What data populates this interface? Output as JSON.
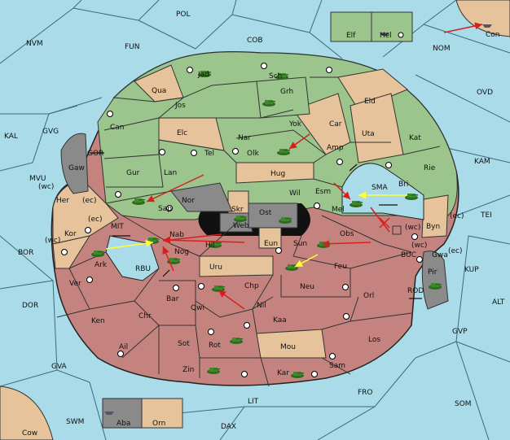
{
  "colors": {
    "sea": "#a9dce8",
    "neutral": "#e6c39a",
    "green": "#9bc58c",
    "red": "#c4837e",
    "gray": "#8a8a8a",
    "dark": "#111111",
    "arrow_red": "#d62020",
    "arrow_yellow": "#ffff33"
  },
  "labels": {
    "pol": "POL",
    "cob": "COB",
    "fun": "FUN",
    "nvm": "NVM",
    "nom": "NOM",
    "ovd": "OVD",
    "kal": "KAL",
    "gvg": "GVG",
    "kam": "KAM",
    "mvu": "MVU",
    "tei": "TEI",
    "bor": "BOR",
    "kup": "KUP",
    "alt": "ALT",
    "dor": "DOR",
    "gvp": "GVP",
    "gva": "GVA",
    "fro": "FRO",
    "som": "SOM",
    "lit": "LIT",
    "swm": "SWM",
    "dax": "DAX",
    "gor": "GOR",
    "sma": "SMA",
    "mit": "MIT",
    "rbu": "RBU",
    "buc": "BUC",
    "rod": "ROD",
    "elf": "Elf",
    "hel": "Hel",
    "con": "Con",
    "cow": "Cow",
    "aba": "Aba",
    "orn": "Orn",
    "jad": "Jad",
    "sch": "Sch",
    "qua": "Qua",
    "jos": "Jos",
    "grh": "Grh",
    "eld": "Eld",
    "can": "Can",
    "yok": "Yok",
    "car": "Car",
    "uta": "Uta",
    "elc": "Elc",
    "nar": "Nar",
    "kat": "Kat",
    "tel": "Tel",
    "olk": "Olk",
    "amp": "Amp",
    "rie": "Rie",
    "gur": "Gur",
    "hug": "Hug",
    "lan": "Lan",
    "bri": "Bri",
    "gaw": "Gaw",
    "esm": "Esm",
    "wil": "Wil",
    "nor": "Nor",
    "skr": "Skr",
    "ost": "Ost",
    "sap": "Sap",
    "mel": "Mel",
    "web": "Web",
    "her": "Her",
    "byn": "Byn",
    "kor": "Kor",
    "nab": "Nab",
    "eun": "Eun",
    "obs": "Obs",
    "hil": "Hil",
    "sun": "Sun",
    "gwa": "Gwa",
    "ark": "Ark",
    "nog": "Nog",
    "uru": "Uru",
    "feu": "Feu",
    "pir": "Pir",
    "ver": "Ver",
    "chp": "Chp",
    "neu": "Neu",
    "bar": "Bar",
    "orl": "Orl",
    "qwi": "Qwi",
    "nil": "Nil",
    "ken": "Ken",
    "chr": "Chr",
    "kaa": "Kaa",
    "sot": "Sot",
    "rot": "Rot",
    "ail": "Ail",
    "los": "Los",
    "mou": "Mou",
    "zin": "Zin",
    "kar": "Kar",
    "sam": "Sam",
    "wc1": "(wc)",
    "ec1": "(ec)",
    "ec2": "(ec)",
    "wc2": "(wc)",
    "wc3": "(wc)",
    "ec3": "(ec)",
    "wc4": "(wc)",
    "ec4": "(ec)"
  }
}
